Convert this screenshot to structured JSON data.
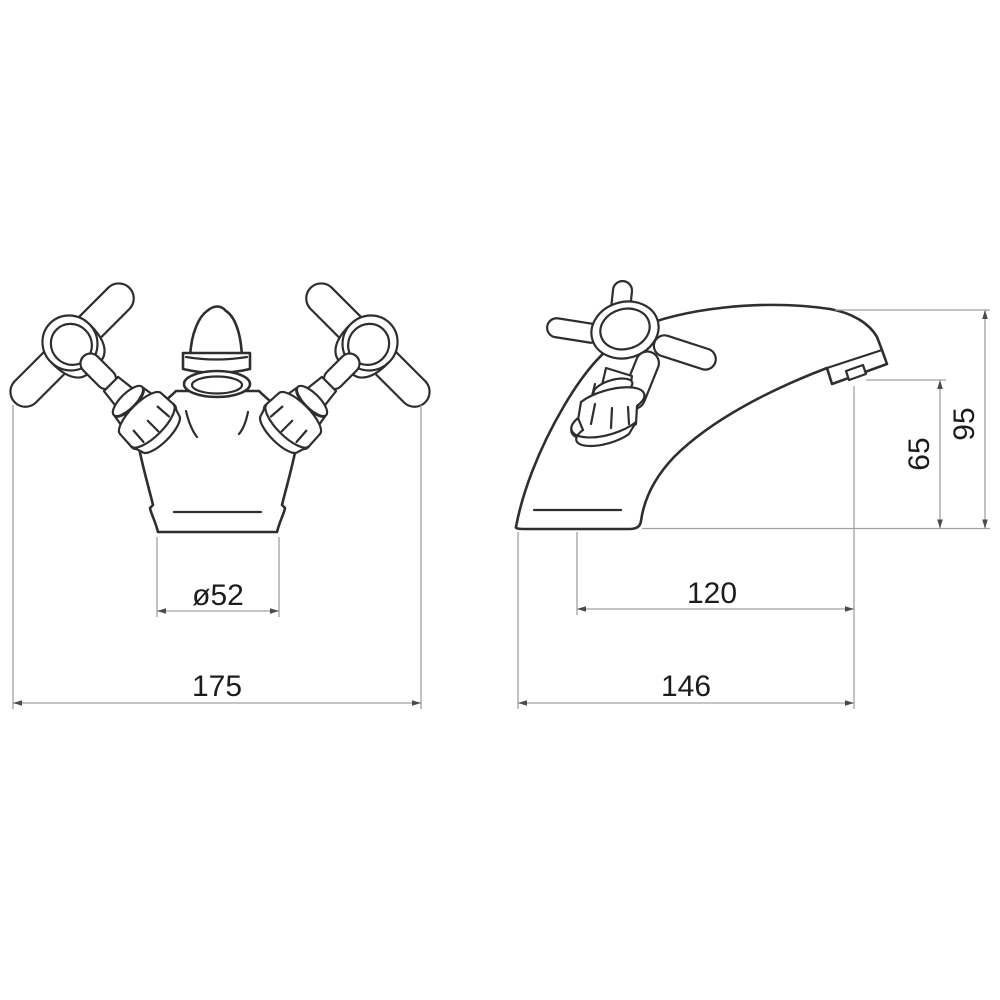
{
  "drawing": {
    "background_color": "#ffffff",
    "outline_color": "#2e2e2e",
    "dimension_line_color": "#a2a2a2",
    "dimension_text_color": "#1c1c1c",
    "front_view": {
      "dimensions": {
        "spout_base_diameter": {
          "label": "ø52"
        },
        "overall_width": {
          "label": "175"
        }
      }
    },
    "side_view": {
      "dimensions": {
        "spout_reach": {
          "label": "120"
        },
        "overall_depth": {
          "label": "146"
        },
        "spout_outlet_height": {
          "label": "65"
        },
        "overall_height": {
          "label": "95"
        }
      }
    }
  }
}
